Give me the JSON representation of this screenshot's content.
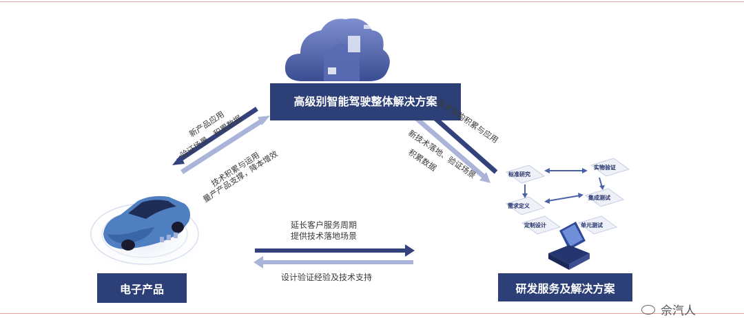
{
  "boxes": {
    "top": "高级别智能驾驶整体解决方案",
    "left": "电子产品",
    "right": "研发服务及解决方案"
  },
  "arrow_labels": {
    "left_outer_1": "新产品应用",
    "left_outer_2": "验证场景，积累数据",
    "left_inner_1": "技术积累与运用",
    "left_inner_2": "量产产品支撑，降本增效",
    "right_outer": "技术架构积累与应用",
    "right_inner_1": "新技术落地、验证场景",
    "right_inner_2": "积累数据",
    "bottom_top_1": "延长客户服务周期",
    "bottom_top_2": "提供技术落地场景",
    "bottom_bottom": "设计验证经验及技术支持"
  },
  "process_nodes": {
    "standard": "标准研究",
    "requirement": "需求定义",
    "custom_design": "定制设计",
    "bench": "实物验证",
    "integration": "集成测试",
    "unit": "单元测试"
  },
  "watermark": "佘汽人",
  "colors": {
    "box": "#2d3f77",
    "arrow_dark": "#33427c",
    "arrow_light": "#aab3d8",
    "rule": "#e3a0a0"
  },
  "icons": [
    "cloud-icon",
    "car-icon",
    "computer-icon",
    "wechat-icon"
  ]
}
